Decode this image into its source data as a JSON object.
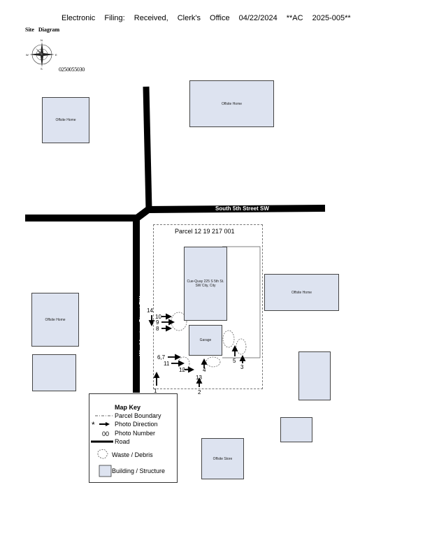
{
  "header": {
    "filing_stamp": "Electronic Filing: Received, Clerk's Office 04/22/2024 **AC 2025-005**",
    "site_title": "Site Diagram",
    "parcel_id": "0250055030"
  },
  "compass": {
    "icon": "compass-rose-icon",
    "north": "N",
    "south": "S",
    "east": "E",
    "west": "W"
  },
  "buildings": {
    "offsite_home_nw": "Offsite Home",
    "offsite_home_n": "Offsite Home",
    "offsite_home_e": "Offsite Home",
    "offsite_home_w": "Offsite Home",
    "offsite_store": "Offsite Store",
    "subject_building": "Cue-Quay 225 S 5th St. SW City, City",
    "garage": "Garage"
  },
  "roads": {
    "south_5th": "South 5th Street SW",
    "washington": "Washington Street SW"
  },
  "parcel": {
    "label": "Parcel 12 19 217 001"
  },
  "photo_numbers": [
    "14",
    "10",
    "9",
    "8",
    "6,7",
    "11",
    "12",
    "13",
    "3",
    "4",
    "5",
    "2",
    "1"
  ],
  "legend": {
    "title": "Map Key",
    "items": [
      {
        "icon": "dash-dot-line-icon",
        "label": "Parcel Boundary"
      },
      {
        "icon": "arrow-icon",
        "label": "Photo Direction"
      },
      {
        "icon": "number-sample-icon",
        "label": "Photo Number",
        "sample": "00"
      },
      {
        "icon": "road-line-icon",
        "label": "Road"
      },
      {
        "icon": "waste-cloud-icon",
        "label": "Waste / Debris"
      },
      {
        "icon": "building-square-icon",
        "label": "Building / Structure"
      }
    ],
    "asterisk": "*"
  },
  "colors": {
    "building_fill": "#dde3f0",
    "road": "#000000",
    "parcel_line": "#777777"
  }
}
